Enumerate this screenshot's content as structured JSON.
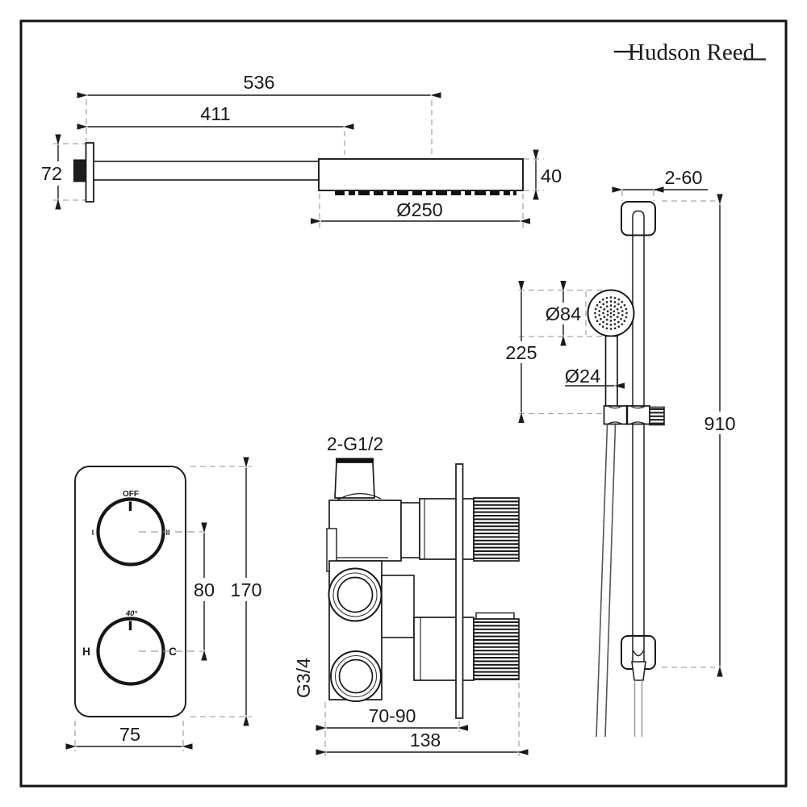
{
  "logo": {
    "text": "Hudson Reed"
  },
  "colors": {
    "line": "#1a1a1a",
    "extension_dash": "#a8a8a8",
    "background": "#ffffff"
  },
  "overhead_shower": {
    "dim_total_length": "536",
    "dim_arm_length": "411",
    "dim_flange_height": "72",
    "dim_head_thickness": "40",
    "dim_head_diameter": "Ø250"
  },
  "slide_rail_kit": {
    "dim_bracket_projection": "2-60",
    "dim_handset_diameter": "Ø84",
    "dim_handset_length": "225",
    "dim_handle_diameter": "Ø24",
    "dim_rail_length": "910"
  },
  "valve_trim": {
    "knob_top_off_label": "OFF",
    "knob_top_left_label": "I",
    "knob_top_right_label": "II",
    "knob_bottom_temp_label": "40°",
    "knob_bottom_left_label": "H",
    "knob_bottom_right_label": "C",
    "dim_knob_spacing": "80",
    "dim_plate_height": "170",
    "dim_plate_width": "75"
  },
  "valve_body": {
    "label_inlet_threads": "2-G1/2",
    "label_outlet_thread": "G3/4",
    "dim_depth_range": "70-90",
    "dim_total_depth": "138"
  }
}
